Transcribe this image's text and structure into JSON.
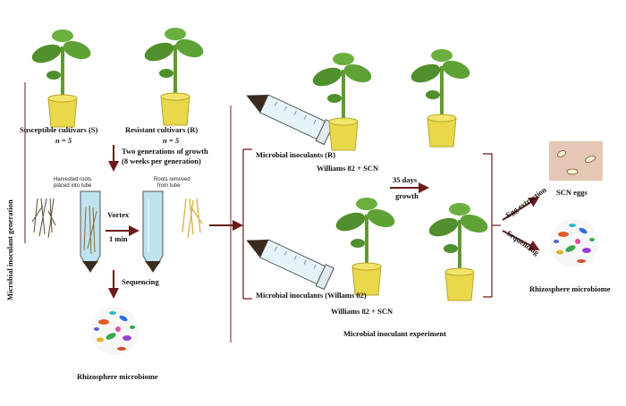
{
  "side_label": "Microbial inoculant generation",
  "cultivars": {
    "susceptible": {
      "label": "Susceptible cultivars (S)",
      "n": "n = 5"
    },
    "resistant": {
      "label": "Resistant  cultivars (R)",
      "n": "n = 5"
    }
  },
  "growth": {
    "line1": "Two generations of growth",
    "line2": "(8 weeks per generation)"
  },
  "tubes": {
    "harvest_line1": "Harvested roots",
    "harvest_line2": "placed into tube",
    "removed_line1": "Roots removed",
    "removed_line2": "from tube"
  },
  "vortex": {
    "line1": "Vortex",
    "line2": "1 min"
  },
  "sequencing_left": "Sequencing",
  "microbiome_left": "Rhizosphere microbiome",
  "experiment": {
    "top_inoculant": "Microbial inoculants (R)",
    "top_host": "Williams 82 + SCN",
    "growth_line1": "35 days",
    "growth_line2": "growth",
    "bottom_inoculant": "Microbial inoculants (Willams 82)",
    "bottom_host": "Williams 82 + SCN",
    "caption": "Microbial inoculant experiment"
  },
  "outputs": {
    "egg_extraction": "Egg extraction",
    "scn_eggs": "SCN  eggs",
    "sequencing": "Sequencing",
    "microbiome": "Rhizosphere microbiome"
  },
  "colors": {
    "arrow": "#6b1a1a",
    "pot": "#e8d84a",
    "leaf": "#4f8f2c",
    "tube_liquid": "#bfe3f0"
  }
}
